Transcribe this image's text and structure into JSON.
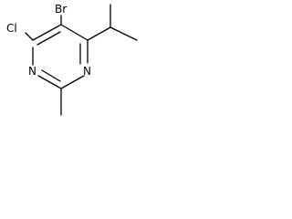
{
  "molecule": {
    "atoms": {
      "bromine": "Br",
      "chlorine": "Cl",
      "ring_nitrogen_left": "N",
      "ring_nitrogen_right": "N"
    }
  }
}
